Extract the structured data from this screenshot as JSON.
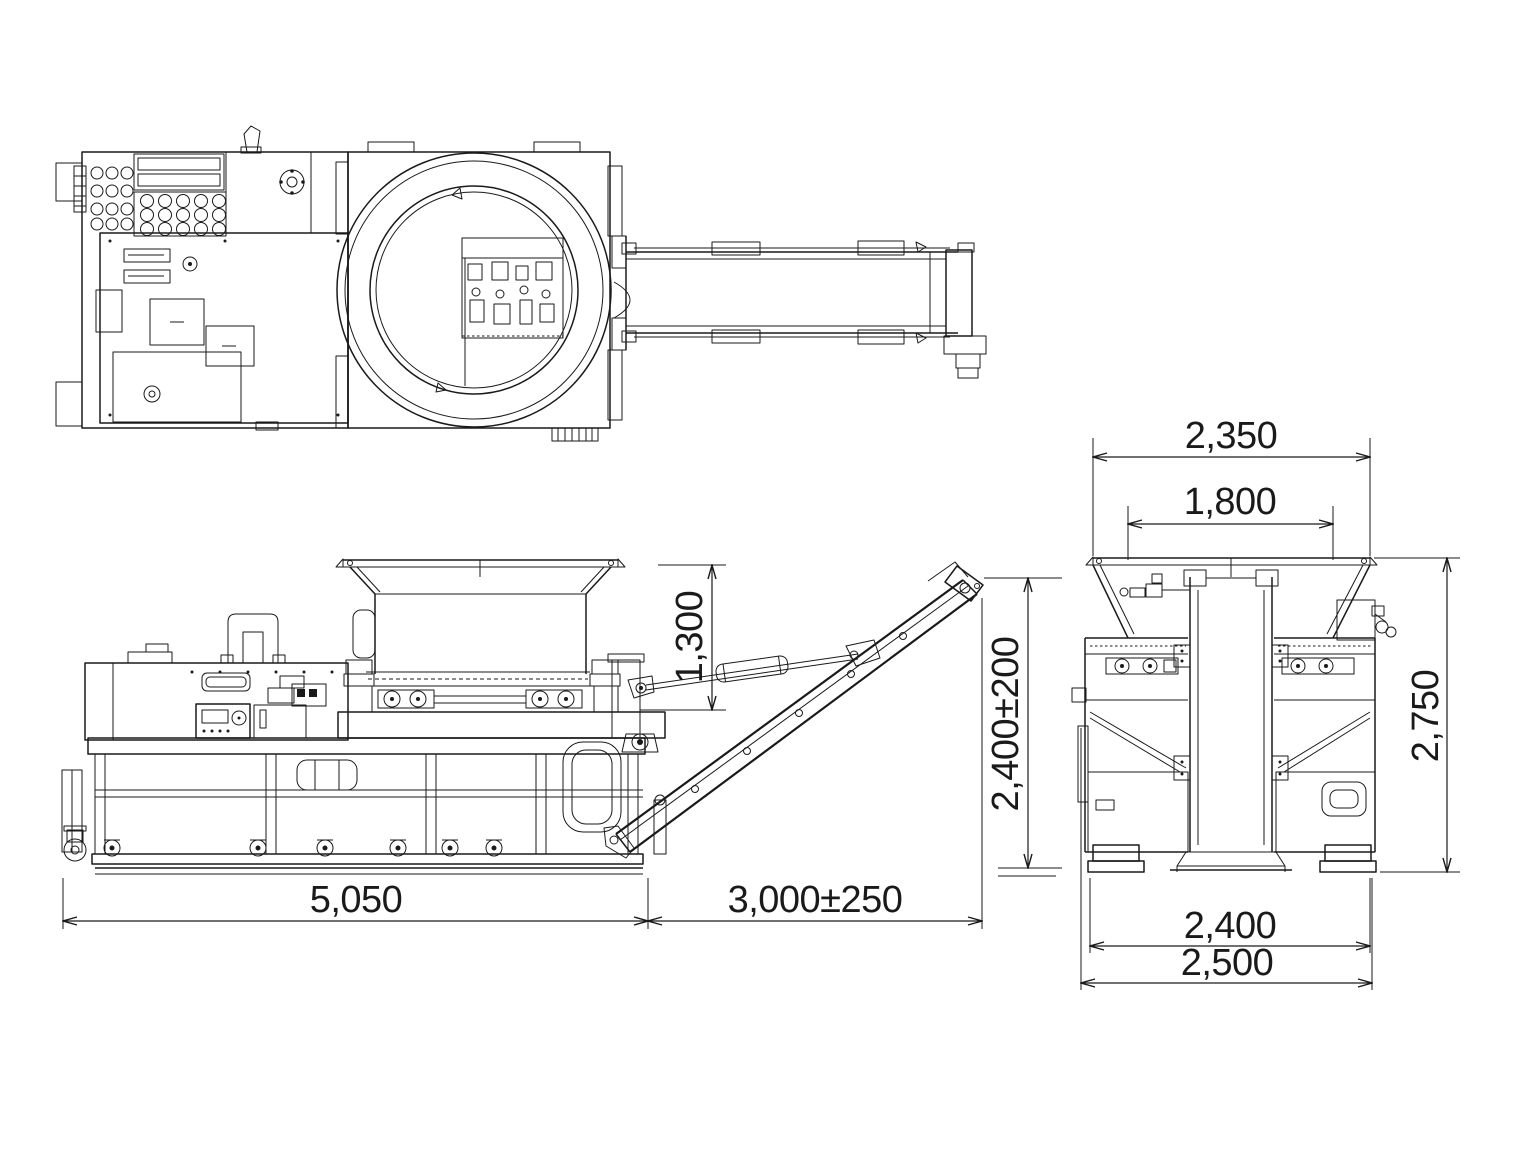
{
  "drawing": {
    "type": "engineering-dimension-drawing",
    "background_color": "#ffffff",
    "ink_color": "#1a1a1a",
    "views": {
      "plan": "plan-view",
      "front": "front-elevation",
      "end": "end-elevation"
    }
  },
  "dimensions": {
    "hopper_top_width": "2,350",
    "hopper_opening_width": "1,800",
    "hopper_height": "1,300",
    "discharge_height": "2,400±200",
    "overall_height": "2,750",
    "machine_length": "5,050",
    "conveyor_reach": "3,000±250",
    "base_width": "2,400",
    "overall_width": "2,500"
  }
}
